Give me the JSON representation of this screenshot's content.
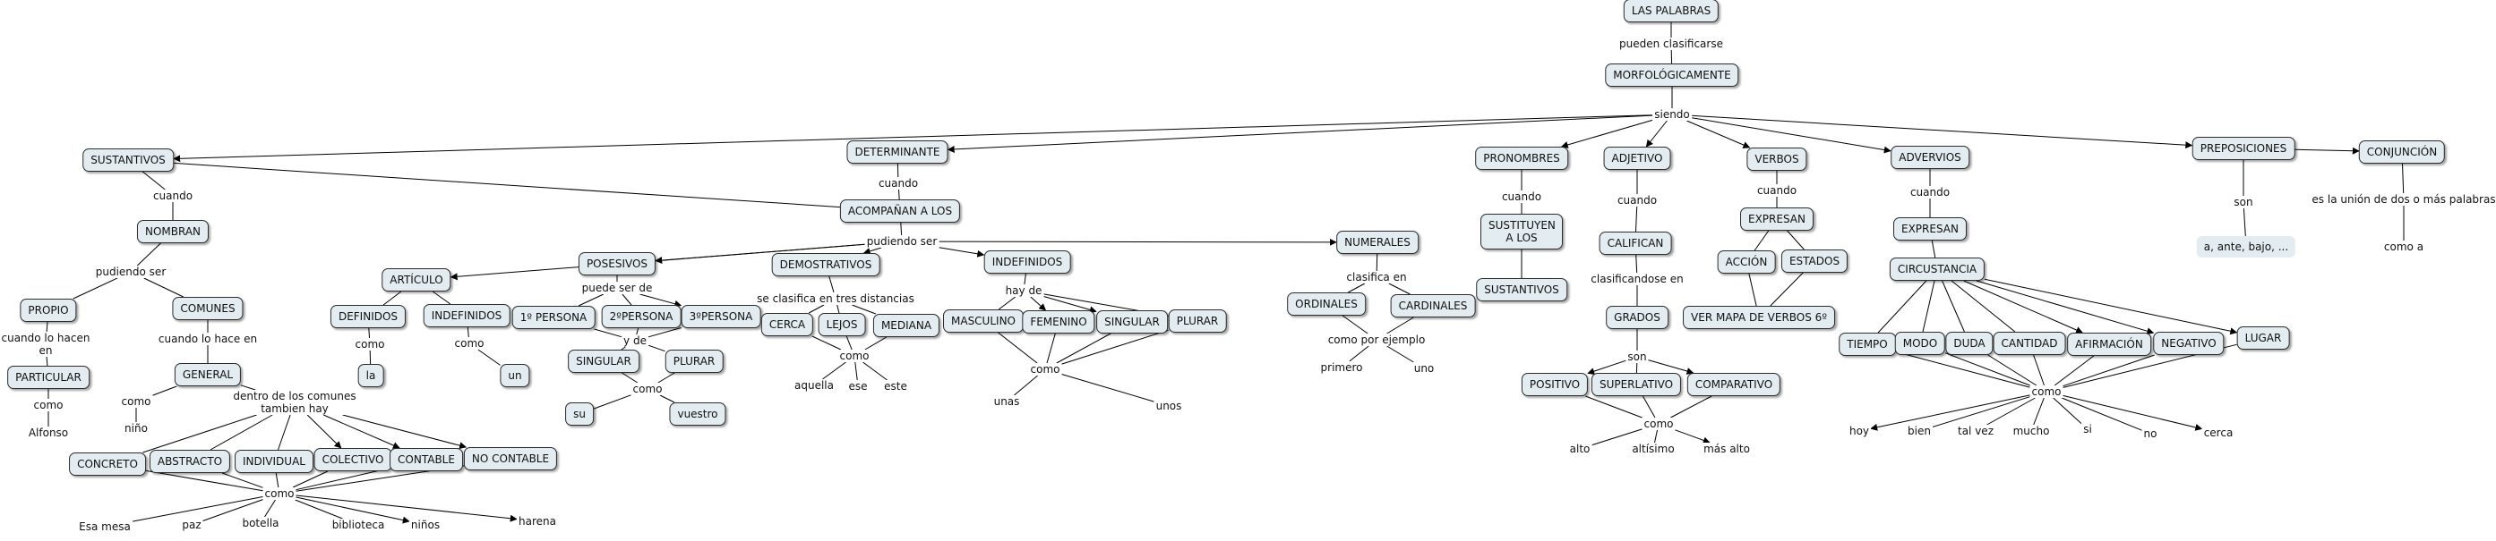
{
  "nodes": [
    {
      "id": "n1",
      "text": "LAS PALABRAS"
    },
    {
      "id": "n2",
      "text": "MORFOLÓGICAMENTE"
    },
    {
      "id": "n3",
      "text": "SUSTANTIVOS"
    },
    {
      "id": "n4",
      "text": "NOMBRAN"
    },
    {
      "id": "n5",
      "text": "PROPIO"
    },
    {
      "id": "n6",
      "text": "COMUNES"
    },
    {
      "id": "n7",
      "text": "PARTICULAR"
    },
    {
      "id": "n8",
      "text": "GENERAL"
    },
    {
      "id": "n9",
      "text": "CONCRETO"
    },
    {
      "id": "n10",
      "text": "ABSTRACTO"
    },
    {
      "id": "n11",
      "text": "INDIVIDUAL"
    },
    {
      "id": "n12",
      "text": "COLECTIVO"
    },
    {
      "id": "n13",
      "text": "CONTABLE"
    },
    {
      "id": "n14",
      "text": "NO CONTABLE"
    },
    {
      "id": "n15",
      "text": "DETERMINANTE"
    },
    {
      "id": "n16",
      "text": "ACOMPAÑAN A LOS"
    },
    {
      "id": "n17",
      "text": "ARTÍCULO"
    },
    {
      "id": "n18",
      "text": "DEFINIDOS"
    },
    {
      "id": "n19",
      "text": "INDEFINIDOS"
    },
    {
      "id": "n20",
      "text": "la"
    },
    {
      "id": "n21",
      "text": "un"
    },
    {
      "id": "n22",
      "text": "POSESIVOS"
    },
    {
      "id": "n23",
      "text": "1º PERSONA"
    },
    {
      "id": "n24",
      "text": "2ºPERSONA"
    },
    {
      "id": "n25",
      "text": "3ºPERSONA"
    },
    {
      "id": "n26",
      "text": "SINGULAR"
    },
    {
      "id": "n27",
      "text": "PLURAR"
    },
    {
      "id": "n28",
      "text": "su"
    },
    {
      "id": "n29",
      "text": "vuestro"
    },
    {
      "id": "n30",
      "text": "DEMOSTRATIVOS"
    },
    {
      "id": "n31",
      "text": "CERCA"
    },
    {
      "id": "n32",
      "text": "LEJOS"
    },
    {
      "id": "n33",
      "text": "MEDIANA"
    },
    {
      "id": "n34",
      "text": "INDEFINIDOS"
    },
    {
      "id": "n35",
      "text": "MASCULINO"
    },
    {
      "id": "n36",
      "text": "FEMENINO"
    },
    {
      "id": "n37",
      "text": "SINGULAR"
    },
    {
      "id": "n38",
      "text": "PLURAR"
    },
    {
      "id": "n39",
      "text": "NUMERALES"
    },
    {
      "id": "n40",
      "text": "ORDINALES"
    },
    {
      "id": "n41",
      "text": "CARDINALES"
    },
    {
      "id": "n42",
      "text": "PRONOMBRES"
    },
    {
      "id": "n43",
      "text": "SUSTITUYEN A LOS"
    },
    {
      "id": "n44",
      "text": "SUSTANTIVOS"
    },
    {
      "id": "n45",
      "text": "ADJETIVO"
    },
    {
      "id": "n46",
      "text": "CALIFICAN"
    },
    {
      "id": "n47",
      "text": "GRADOS"
    },
    {
      "id": "n48",
      "text": "POSITIVO"
    },
    {
      "id": "n49",
      "text": "SUPERLATIVO"
    },
    {
      "id": "n50",
      "text": "COMPARATIVO"
    },
    {
      "id": "n51",
      "text": "VERBOS"
    },
    {
      "id": "n52",
      "text": "EXPRESAN"
    },
    {
      "id": "n53",
      "text": "ACCIÓN"
    },
    {
      "id": "n54",
      "text": "ESTADOS"
    },
    {
      "id": "n55",
      "text": "VER MAPA DE VERBOS 6º"
    },
    {
      "id": "n56",
      "text": "ADVERVIOS"
    },
    {
      "id": "n57",
      "text": "EXPRESAN"
    },
    {
      "id": "n58",
      "text": "CIRCUSTANCIA"
    },
    {
      "id": "n59",
      "text": "TIEMPO"
    },
    {
      "id": "n60",
      "text": "MODO"
    },
    {
      "id": "n61",
      "text": "DUDA"
    },
    {
      "id": "n62",
      "text": "CANTIDAD"
    },
    {
      "id": "n63",
      "text": "AFIRMACIÓN"
    },
    {
      "id": "n64",
      "text": "NEGATIVO"
    },
    {
      "id": "n65",
      "text": "LUGAR"
    },
    {
      "id": "n66",
      "text": "PREPOSICIONES"
    },
    {
      "id": "n67",
      "text": "a, ante, bajo, ..."
    },
    {
      "id": "n68",
      "text": "CONJUNCIÓN"
    }
  ],
  "labels": [
    {
      "id": "l1",
      "text": "pueden clasificarse"
    },
    {
      "id": "l2",
      "text": "siendo"
    },
    {
      "id": "l3",
      "text": "cuando"
    },
    {
      "id": "l4",
      "text": "pudiendo ser"
    },
    {
      "id": "l5",
      "text": "cuando lo hacen en"
    },
    {
      "id": "l6",
      "text": "cuando lo hace en"
    },
    {
      "id": "l7",
      "text": "como"
    },
    {
      "id": "l8",
      "text": "Alfonso"
    },
    {
      "id": "l9",
      "text": "como"
    },
    {
      "id": "l10",
      "text": "niño"
    },
    {
      "id": "l11",
      "text": "dentro de los comunes tambien hay"
    },
    {
      "id": "l12",
      "text": "como"
    },
    {
      "id": "l13",
      "text": "Esa mesa"
    },
    {
      "id": "l14",
      "text": "paz"
    },
    {
      "id": "l15",
      "text": "botella"
    },
    {
      "id": "l16",
      "text": "biblioteca"
    },
    {
      "id": "l17",
      "text": "niños"
    },
    {
      "id": "l18",
      "text": "harena"
    },
    {
      "id": "l19",
      "text": "cuando"
    },
    {
      "id": "l20",
      "text": "pudiendo ser"
    },
    {
      "id": "l21",
      "text": "como"
    },
    {
      "id": "l22",
      "text": "como"
    },
    {
      "id": "l23",
      "text": "puede ser de"
    },
    {
      "id": "l24",
      "text": "y de"
    },
    {
      "id": "l25",
      "text": "como"
    },
    {
      "id": "l26",
      "text": "se clasifica en tres distancias"
    },
    {
      "id": "l27",
      "text": "como"
    },
    {
      "id": "l28",
      "text": "aquella"
    },
    {
      "id": "l29",
      "text": "ese"
    },
    {
      "id": "l30",
      "text": "este"
    },
    {
      "id": "l31",
      "text": "hay de"
    },
    {
      "id": "l32",
      "text": "como"
    },
    {
      "id": "l33",
      "text": "unas"
    },
    {
      "id": "l34",
      "text": "unos"
    },
    {
      "id": "l35",
      "text": "clasifica en"
    },
    {
      "id": "l36",
      "text": "como por ejemplo"
    },
    {
      "id": "l37",
      "text": "primero"
    },
    {
      "id": "l38",
      "text": "uno"
    },
    {
      "id": "l39",
      "text": "cuando"
    },
    {
      "id": "l40",
      "text": "cuando"
    },
    {
      "id": "l41",
      "text": "clasificandose en"
    },
    {
      "id": "l42",
      "text": "son"
    },
    {
      "id": "l43",
      "text": "como"
    },
    {
      "id": "l44",
      "text": "alto"
    },
    {
      "id": "l45",
      "text": "altísimo"
    },
    {
      "id": "l46",
      "text": "más alto"
    },
    {
      "id": "l47",
      "text": "cuando"
    },
    {
      "id": "l48",
      "text": "cuando"
    },
    {
      "id": "l49",
      "text": "como"
    },
    {
      "id": "l50",
      "text": "hoy"
    },
    {
      "id": "l51",
      "text": "bien"
    },
    {
      "id": "l52",
      "text": "tal vez"
    },
    {
      "id": "l53",
      "text": "mucho"
    },
    {
      "id": "l54",
      "text": "si"
    },
    {
      "id": "l55",
      "text": "no"
    },
    {
      "id": "l56",
      "text": "cerca"
    },
    {
      "id": "l57",
      "text": "son"
    },
    {
      "id": "l58",
      "text": "es la unión de dos o más palabras"
    },
    {
      "id": "l59",
      "text": "como a"
    }
  ]
}
